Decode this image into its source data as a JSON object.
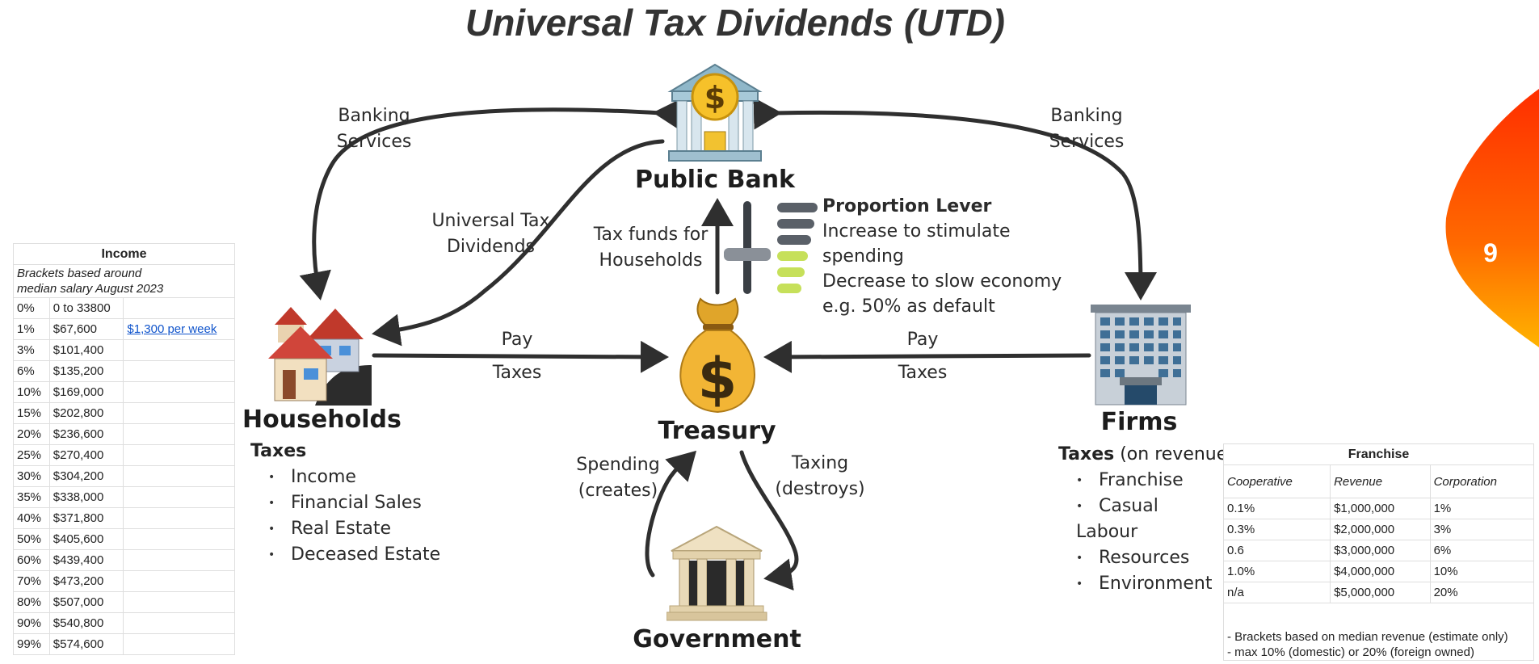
{
  "title": "Universal Tax Dividends (UTD)",
  "page_number": "9",
  "nodes": {
    "public_bank": "Public Bank",
    "households": "Households",
    "treasury": "Treasury",
    "firms": "Firms",
    "government": "Government"
  },
  "edge_labels": {
    "banking_left": [
      "Banking",
      "Services"
    ],
    "banking_right": [
      "Banking",
      "Services"
    ],
    "utd": [
      "Universal Tax",
      "Dividends"
    ],
    "tax_funds": [
      "Tax funds for",
      "Households"
    ],
    "pay_left": "Pay",
    "taxes_left": "Taxes",
    "pay_right": "Pay",
    "taxes_right": "Taxes",
    "spending": [
      "Spending",
      "(creates)"
    ],
    "taxing": [
      "Taxing",
      "(destroys)"
    ]
  },
  "lever": {
    "heading": "Proportion Lever",
    "lines": [
      "Increase to stimulate spending",
      "Decrease to slow economy",
      "e.g. 50% as default"
    ]
  },
  "households_taxes": {
    "heading": "Taxes",
    "items": [
      "Income",
      "Financial Sales",
      "Real Estate",
      "Deceased Estate"
    ]
  },
  "firms_taxes": {
    "heading": "Taxes",
    "heading_suffix": " (on revenue)",
    "items": [
      "Franchise",
      "Casual Labour",
      "Resources",
      "Environment"
    ]
  },
  "income_table": {
    "header": "Income",
    "note_line1": "Brackets based around",
    "note_line2": "median salary August 2023",
    "link_text": "$1,300 per week",
    "rows": [
      [
        "0%",
        "0 to 33800"
      ],
      [
        "1%",
        "$67,600"
      ],
      [
        "3%",
        "$101,400"
      ],
      [
        "6%",
        "$135,200"
      ],
      [
        "10%",
        "$169,000"
      ],
      [
        "15%",
        "$202,800"
      ],
      [
        "20%",
        "$236,600"
      ],
      [
        "25%",
        "$270,400"
      ],
      [
        "30%",
        "$304,200"
      ],
      [
        "35%",
        "$338,000"
      ],
      [
        "40%",
        "$371,800"
      ],
      [
        "50%",
        "$405,600"
      ],
      [
        "60%",
        "$439,400"
      ],
      [
        "70%",
        "$473,200"
      ],
      [
        "80%",
        "$507,000"
      ],
      [
        "90%",
        "$540,800"
      ],
      [
        "99%",
        "$574,600"
      ]
    ]
  },
  "franchise_table": {
    "header": "Franchise",
    "columns": [
      "Cooperative",
      "Revenue",
      "Corporation"
    ],
    "rows": [
      [
        "0.1%",
        "$1,000,000",
        "1%"
      ],
      [
        "0.3%",
        "$2,000,000",
        "3%"
      ],
      [
        "0.6",
        "$3,000,000",
        "6%"
      ],
      [
        "1.0%",
        "$4,000,000",
        "10%"
      ],
      [
        "n/a",
        "$5,000,000",
        "20%"
      ]
    ],
    "notes": [
      "- Brackets based on median revenue (estimate only)",
      "- max 10% (domestic) or 20% (foreign owned)"
    ]
  },
  "colors": {
    "arrow": "#2f2f2f",
    "lever_gray": "#5a6068",
    "lever_green": "#c6e05a",
    "flame_top": "#ff3d00",
    "flame_bottom": "#ffa000"
  }
}
